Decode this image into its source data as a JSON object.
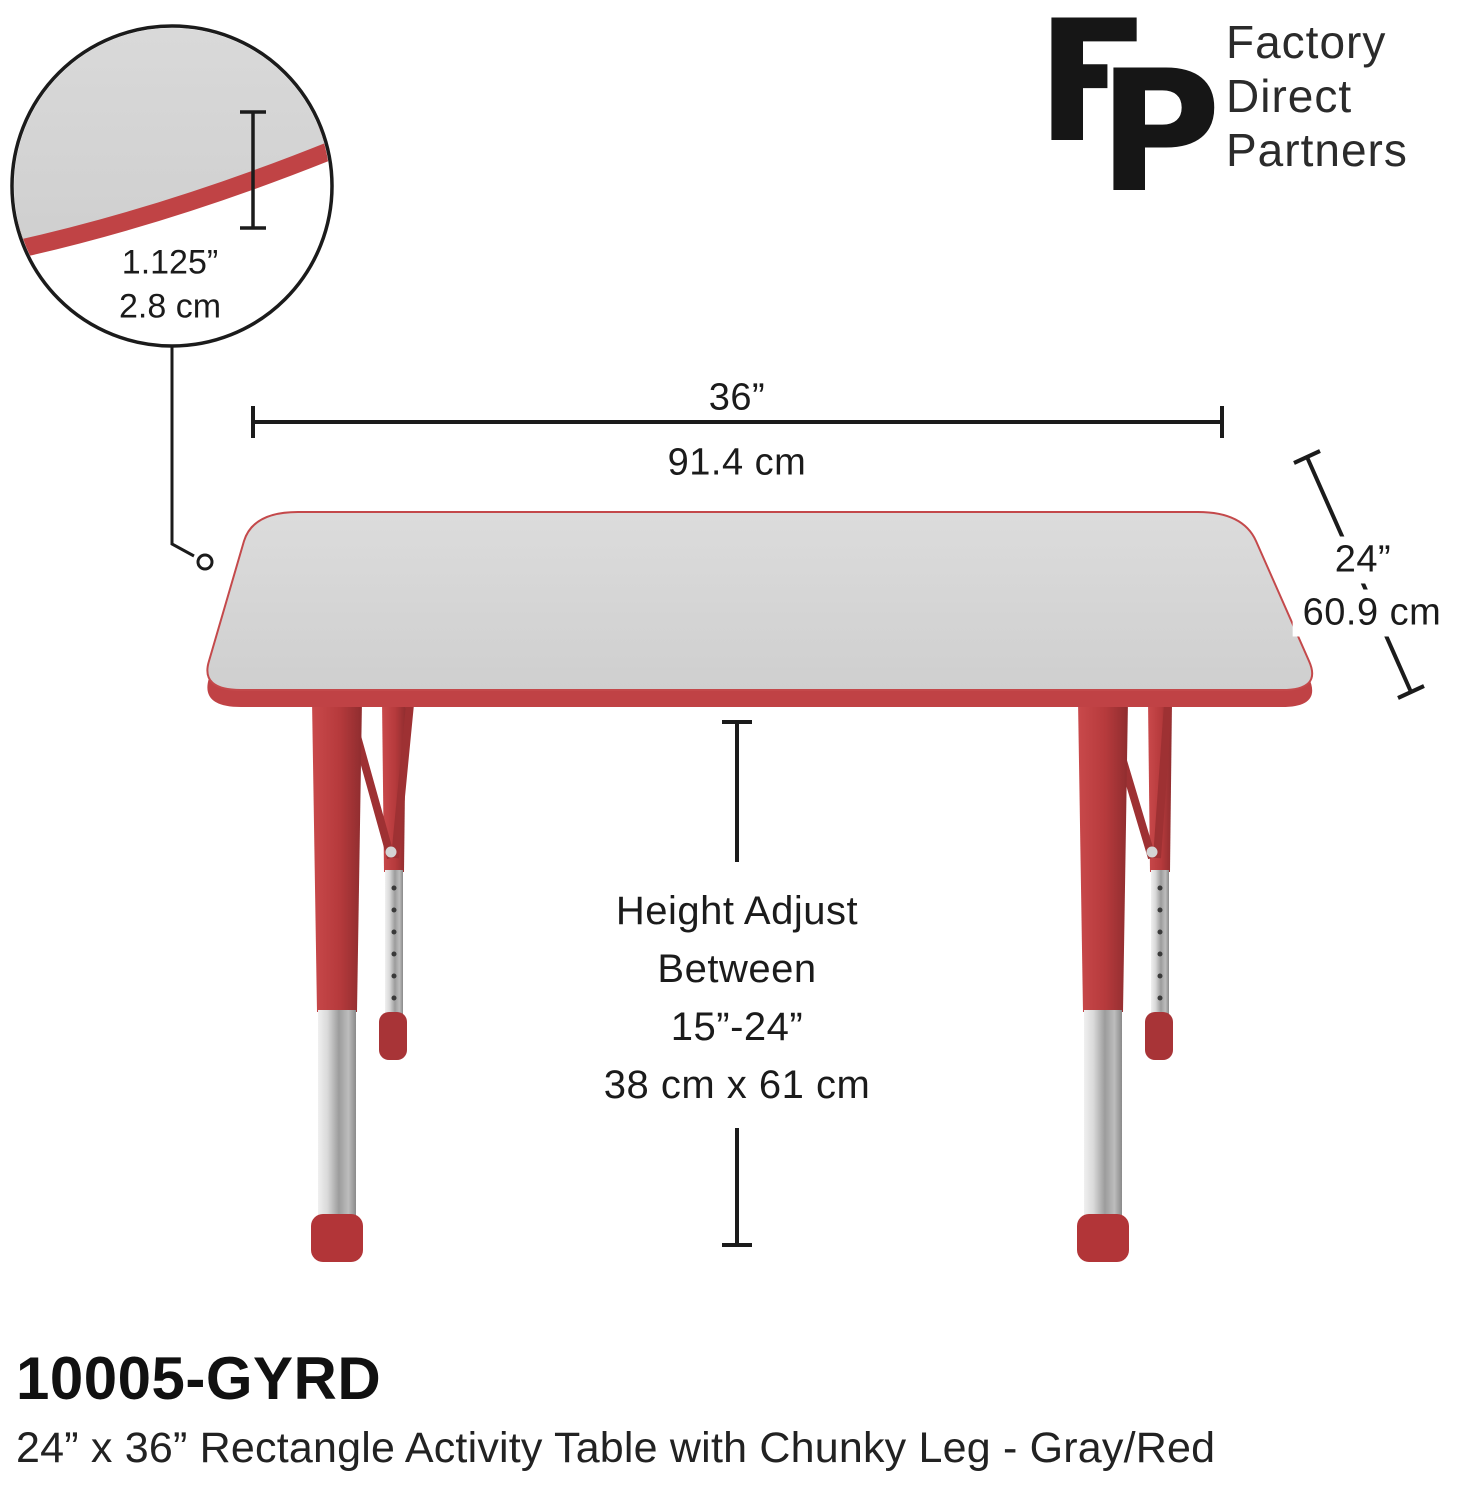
{
  "brand": {
    "monogram": {
      "f": "F",
      "p": "P"
    },
    "name_lines": [
      "Factory",
      "Direct",
      "Partners"
    ]
  },
  "detail_callout": {
    "thickness_in": "1.125”",
    "thickness_cm": "2.8 cm"
  },
  "dimensions": {
    "width_in": "36”",
    "width_cm": "91.4 cm",
    "depth_in": "24”",
    "depth_cm": "60.9 cm",
    "height_line1": "Height Adjust",
    "height_line2": "Between",
    "height_line3": "15”-24”",
    "height_line4": "38 cm x 61 cm"
  },
  "product": {
    "sku": "10005-GYRD",
    "description": "24” x 36” Rectangle Activity Table with Chunky Leg - Gray/Red"
  },
  "colors": {
    "red": "#bf3e40",
    "gray_top": "#d6d6d6",
    "chrome": "#a9a9a9",
    "ink": "#1c1c1c"
  }
}
